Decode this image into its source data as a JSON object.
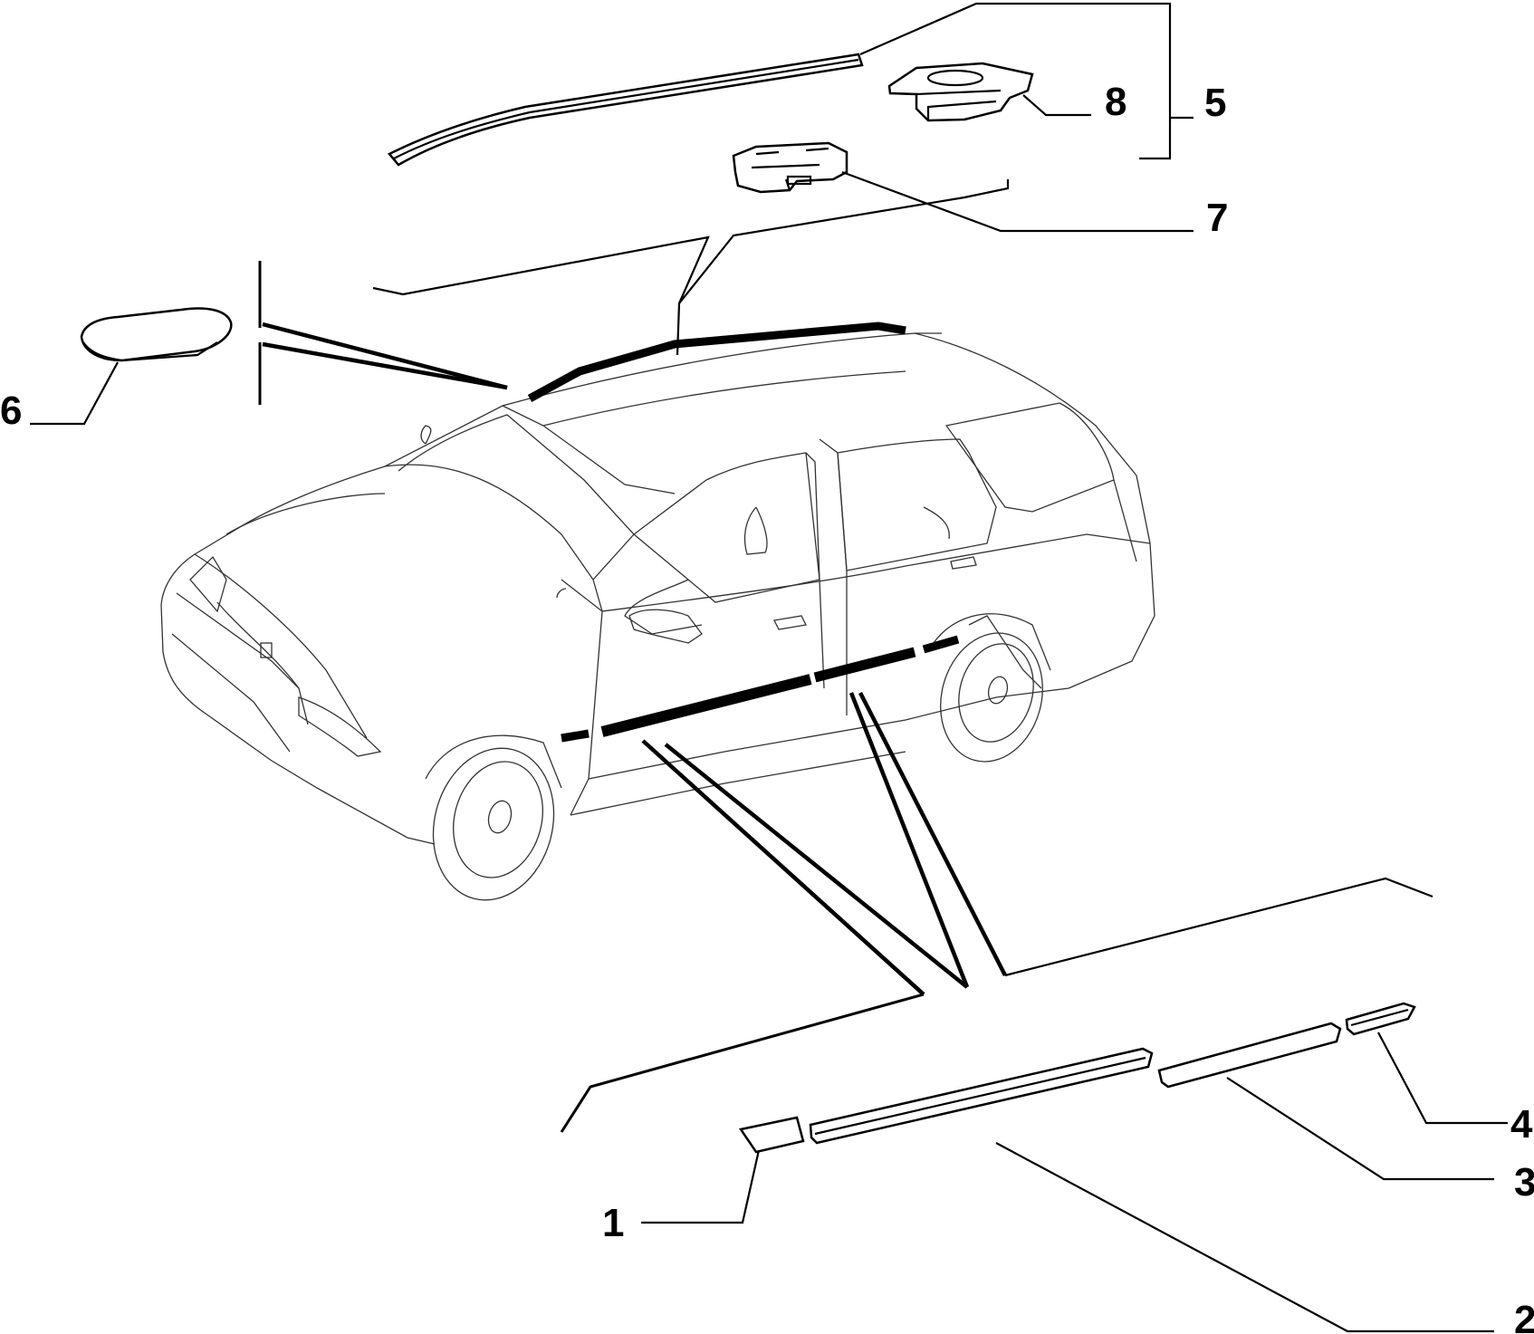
{
  "callouts": {
    "c1": "1",
    "c2": "2",
    "c3": "3",
    "c4": "4",
    "c5": "5",
    "c6": "6",
    "c7": "7",
    "c8": "8"
  },
  "colors": {
    "line": "#000000",
    "background": "#ffffff",
    "car_outline": "#333333"
  }
}
